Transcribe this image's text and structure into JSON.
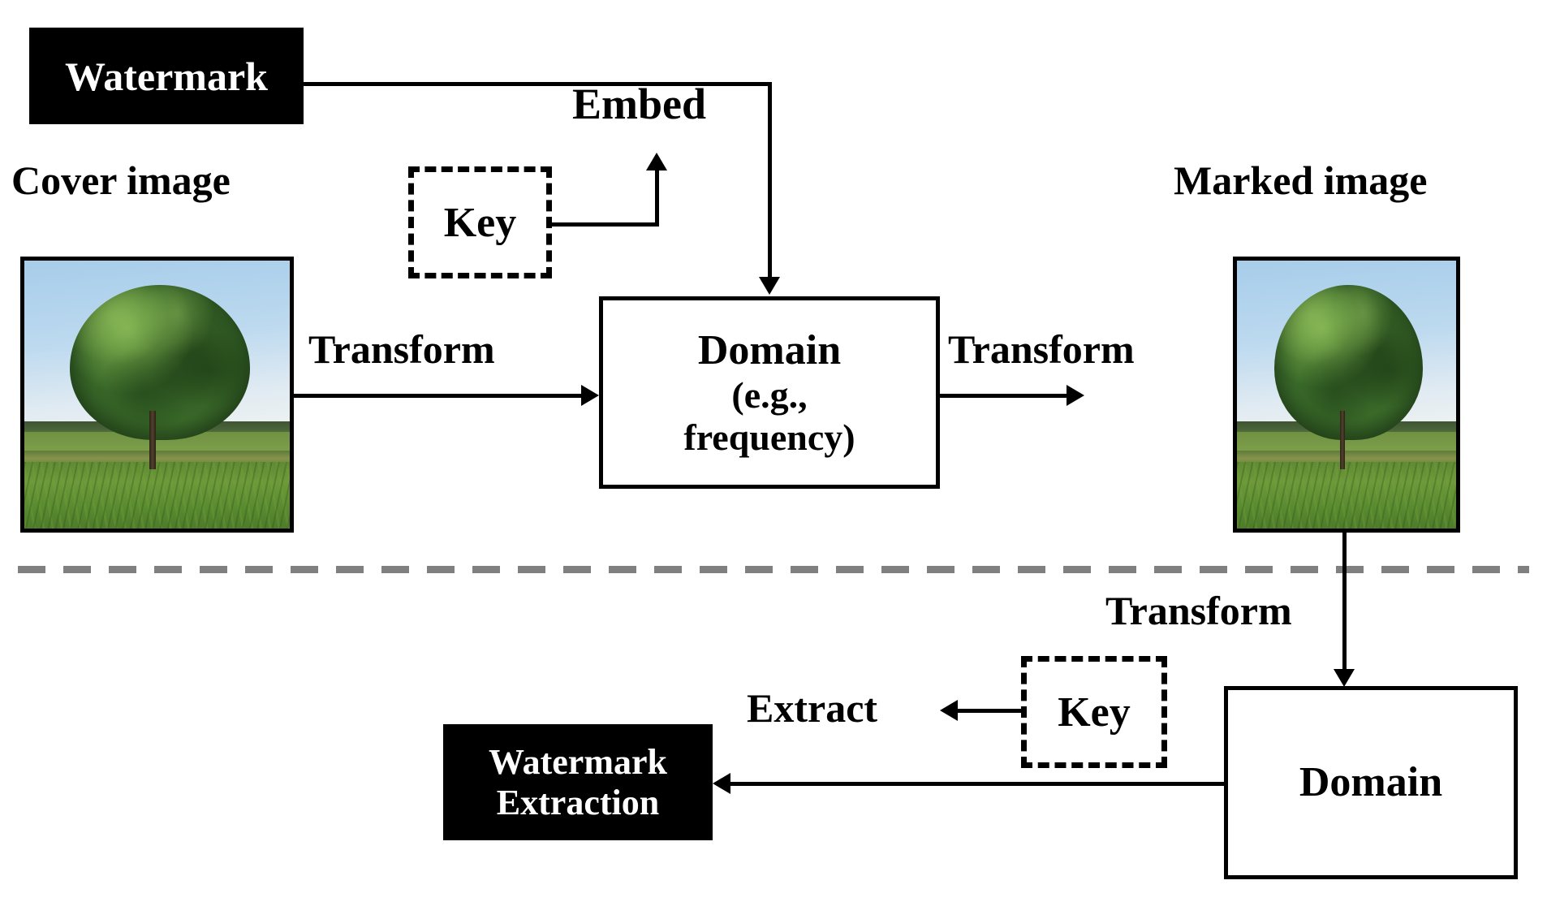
{
  "diagram": {
    "title": "Digital watermarking embedding and extraction block diagram",
    "colors": {
      "stroke": "#000000",
      "divider": "#808080",
      "box_fill": "#ffffff",
      "black_box_fill": "#000000",
      "black_box_text": "#ffffff"
    },
    "embedding_stage": {
      "watermark_box": {
        "label": "Watermark"
      },
      "cover_image": {
        "caption": "Cover image",
        "icon": "tree-photo"
      },
      "key_box": {
        "label": "Key"
      },
      "embed_label": {
        "label": "Embed"
      },
      "domain_box": {
        "line1": "Domain",
        "line2": "(e.g.,",
        "line3": "frequency)"
      },
      "transform_in_label": {
        "label": "Transform"
      },
      "transform_out_label": {
        "label": "Transform"
      },
      "marked_image": {
        "caption": "Marked image",
        "icon": "tree-photo"
      }
    },
    "extraction_stage": {
      "transform_label": {
        "label": "Transform"
      },
      "domain_box": {
        "label": "Domain"
      },
      "key_box": {
        "label": "Key"
      },
      "extract_label": {
        "label": "Extract"
      },
      "watermark_extraction_box": {
        "line1": "Watermark",
        "line2": "Extraction"
      }
    }
  }
}
